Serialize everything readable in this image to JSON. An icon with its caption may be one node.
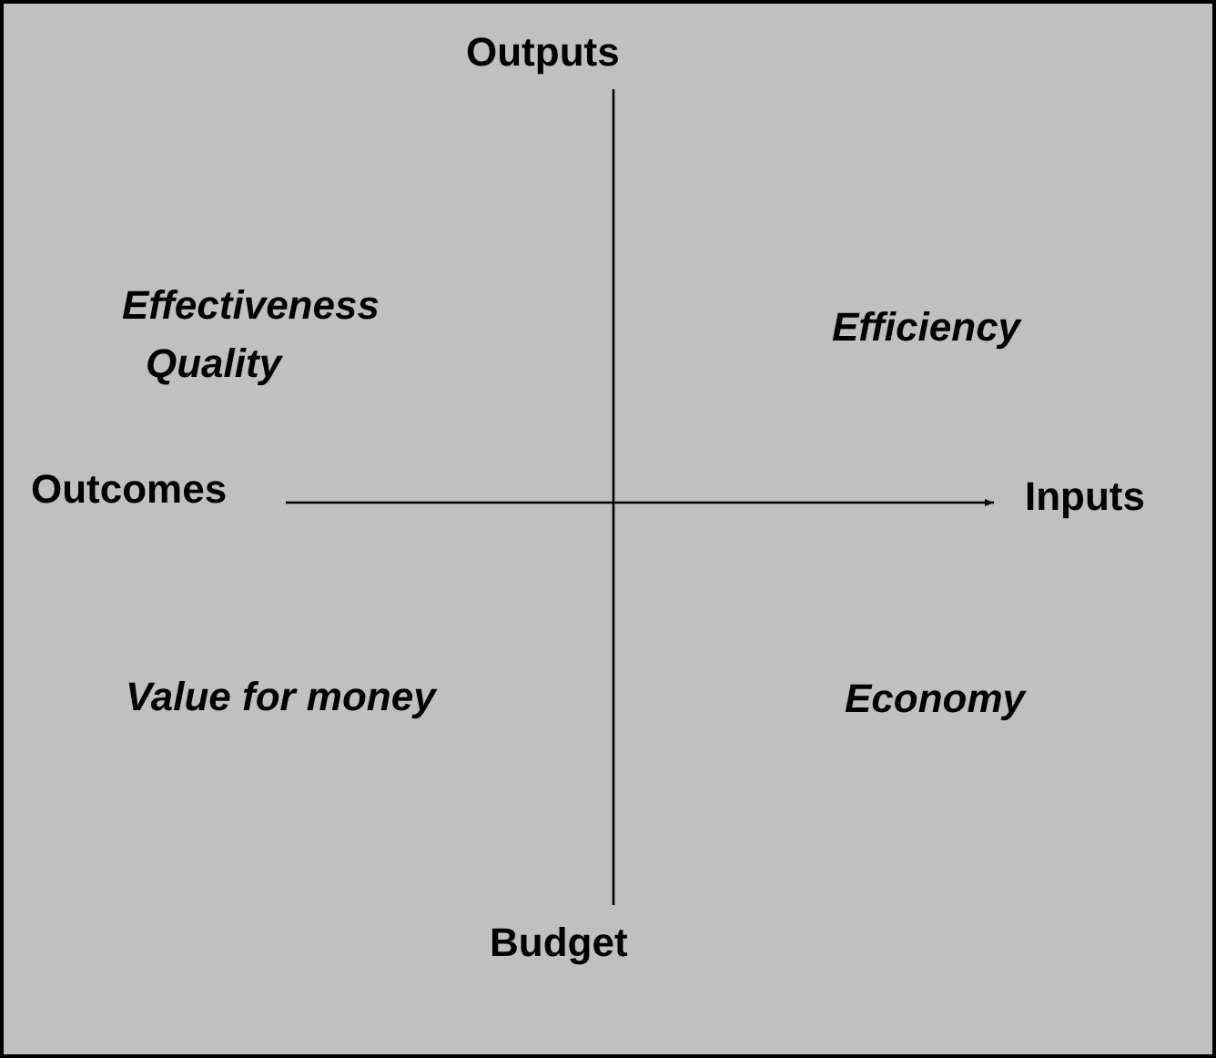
{
  "diagram": {
    "labels": [
      "Outputs",
      "Effectiveness",
      "Efficiency",
      "Quality",
      "Outcomes",
      "Inputs",
      "Value for money",
      "Economy",
      "Budget"
    ]
  }
}
